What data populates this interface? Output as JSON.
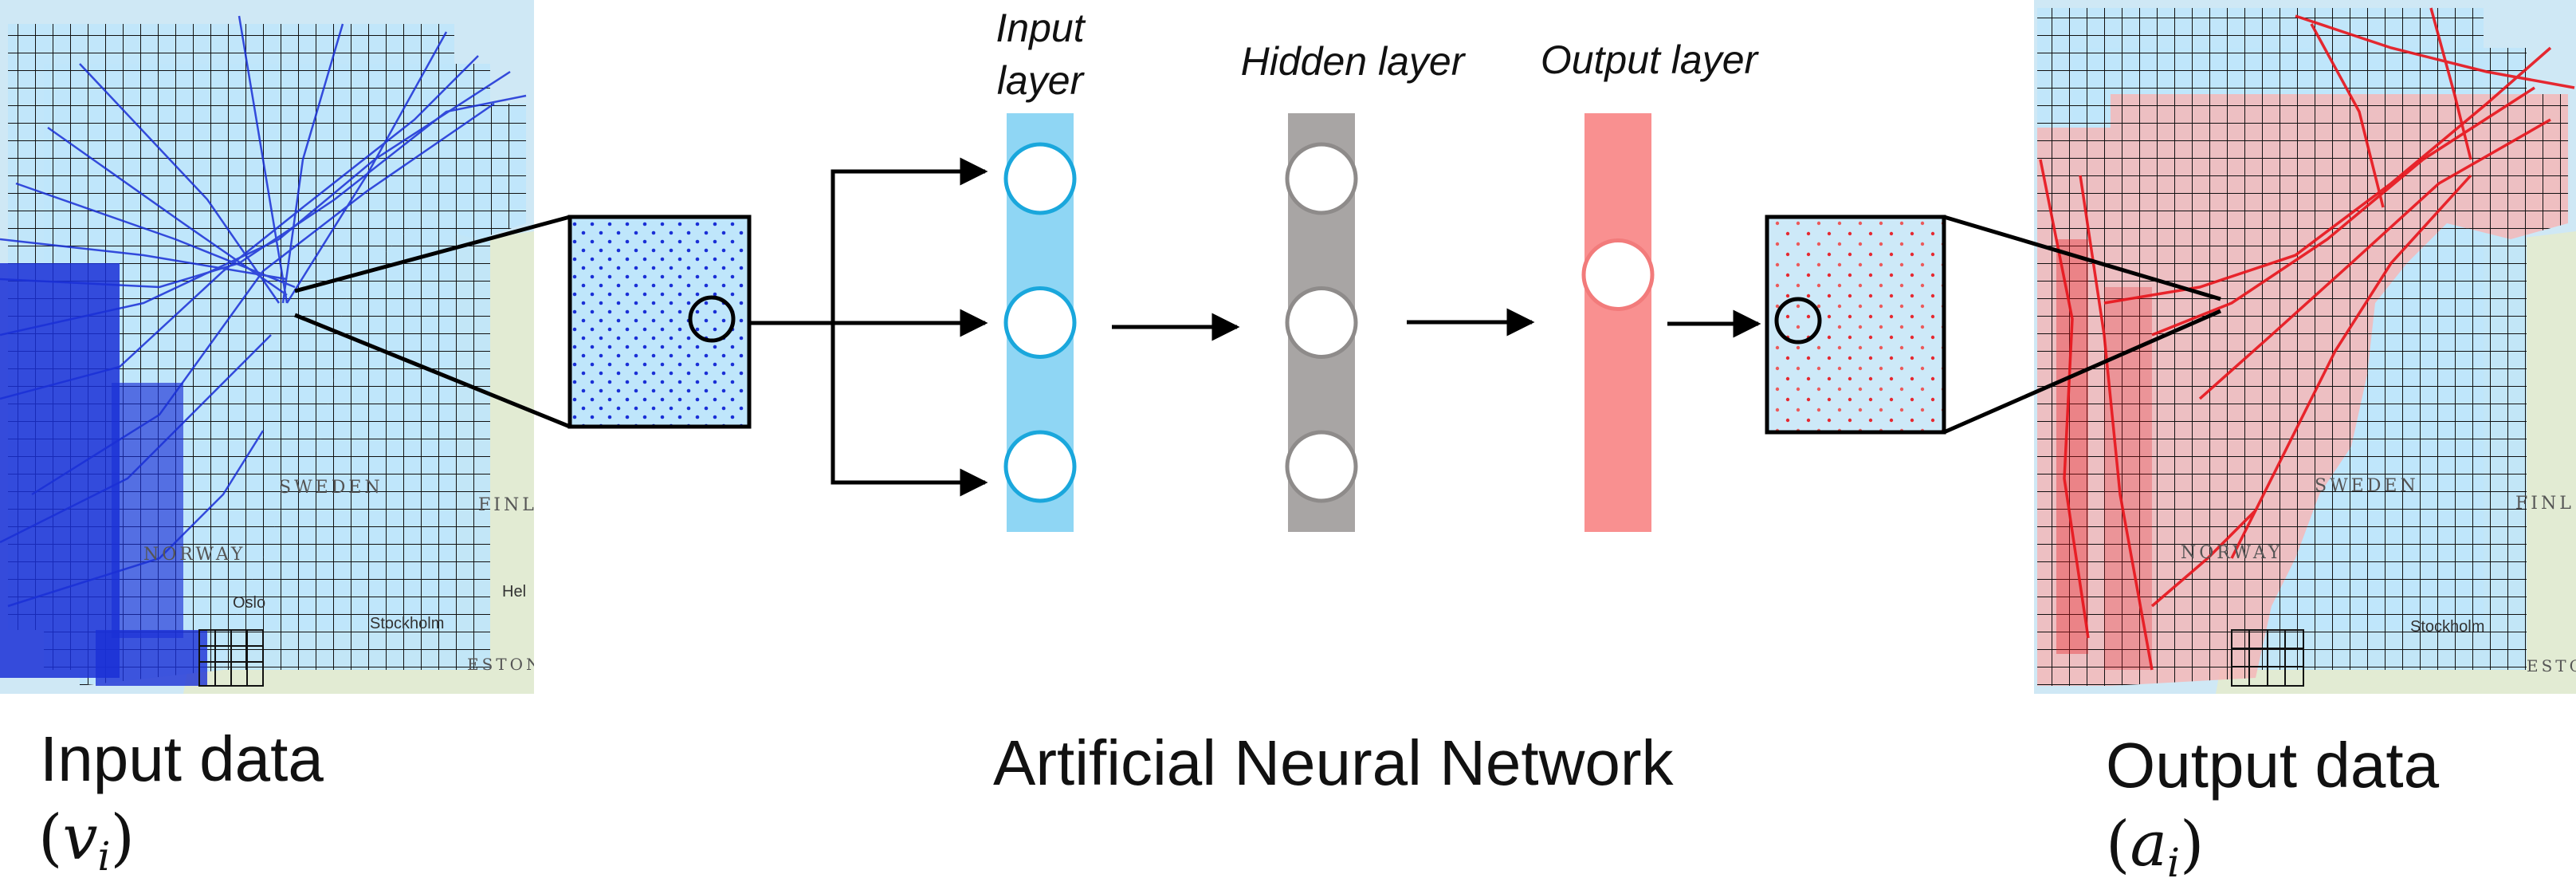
{
  "input_caption": "Input data",
  "input_symbol": {
    "base": "v",
    "subscript": "i"
  },
  "network_caption": "Artificial Neural Network",
  "output_caption": "Output data",
  "output_symbol": {
    "base": "a",
    "subscript": "i"
  },
  "layers": {
    "input": {
      "line1": "Input",
      "line2": "layer",
      "nodes": 3,
      "color": "#8fd6f4",
      "node_border": "#1aa7dc"
    },
    "hidden": {
      "label": "Hidden layer",
      "nodes": 3,
      "color": "#a8a5a4",
      "node_border": "#8e8b8a"
    },
    "output": {
      "label": "Output layer",
      "nodes": 1,
      "color": "#f99090",
      "node_border": "#f27b7b"
    }
  },
  "map_labels": [
    "SWEDEN",
    "FINL",
    "NORWAY",
    "Oslo",
    "Stockholm",
    "Hel",
    "ESTON"
  ],
  "colors": {
    "input_tracks": "#1a2fd6",
    "output_tracks": "#e8141b",
    "grid_fill_input": "#bfe6fb",
    "grid_fill_output": "#f5b7b7",
    "map_land": "#e2ebd3",
    "map_water": "#cfe8f5",
    "arrow": "#000000"
  }
}
